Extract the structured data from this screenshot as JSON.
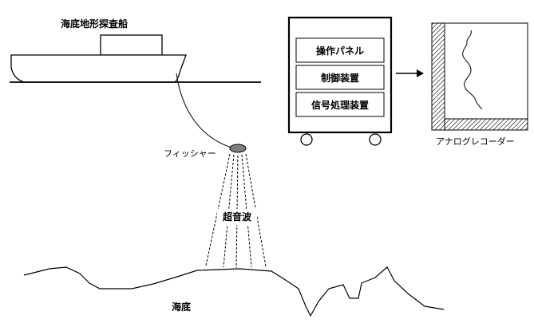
{
  "labels": {
    "ship": "海底地形探査船",
    "fisher": "フィッシャー",
    "sonic": "超音波",
    "seabed": "海底",
    "panel": "操作パネル",
    "control": "制御装置",
    "signal": "信号処理装置",
    "recorder": "アナログレコーダー"
  },
  "colors": {
    "line": "#000000",
    "fisher_fill": "#7f7f7f",
    "background": "#ffffff"
  }
}
